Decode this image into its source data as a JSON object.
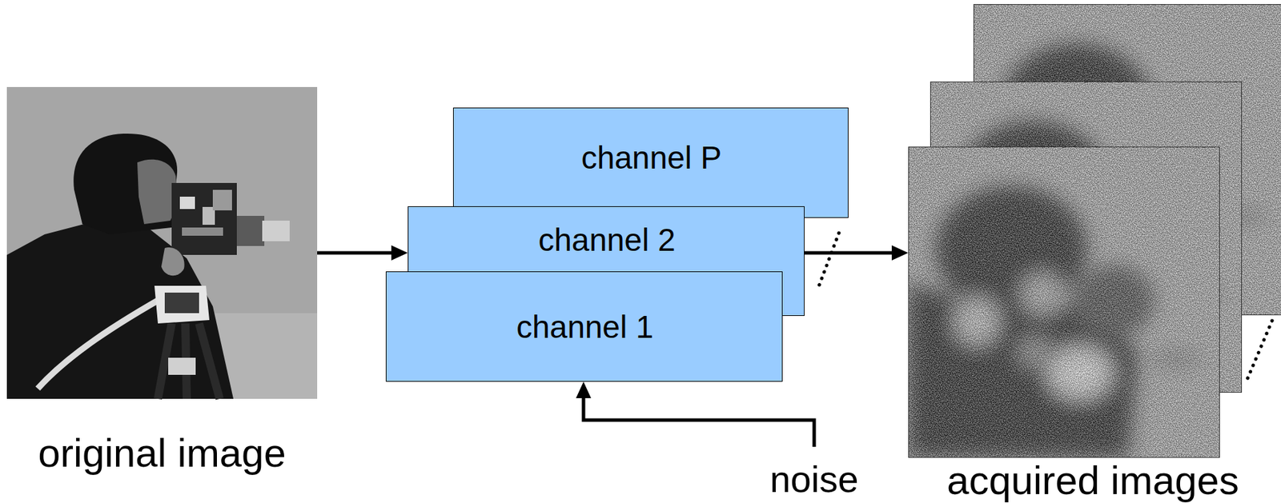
{
  "diagram": {
    "nodes": [
      {
        "text": [
          "original image"
        ]
      },
      {
        "text": [
          "channel P"
        ]
      },
      {
        "text": [
          "channel 2"
        ]
      },
      {
        "text": [
          "channel 1"
        ]
      },
      {
        "text": [
          "acquired images"
        ]
      }
    ],
    "edges": [
      {
        "from": 0,
        "to": 2,
        "arrow": "to"
      },
      {
        "from": 2,
        "to": 4,
        "arrow": "to"
      }
    ],
    "labels": [
      "noise"
    ]
  }
}
